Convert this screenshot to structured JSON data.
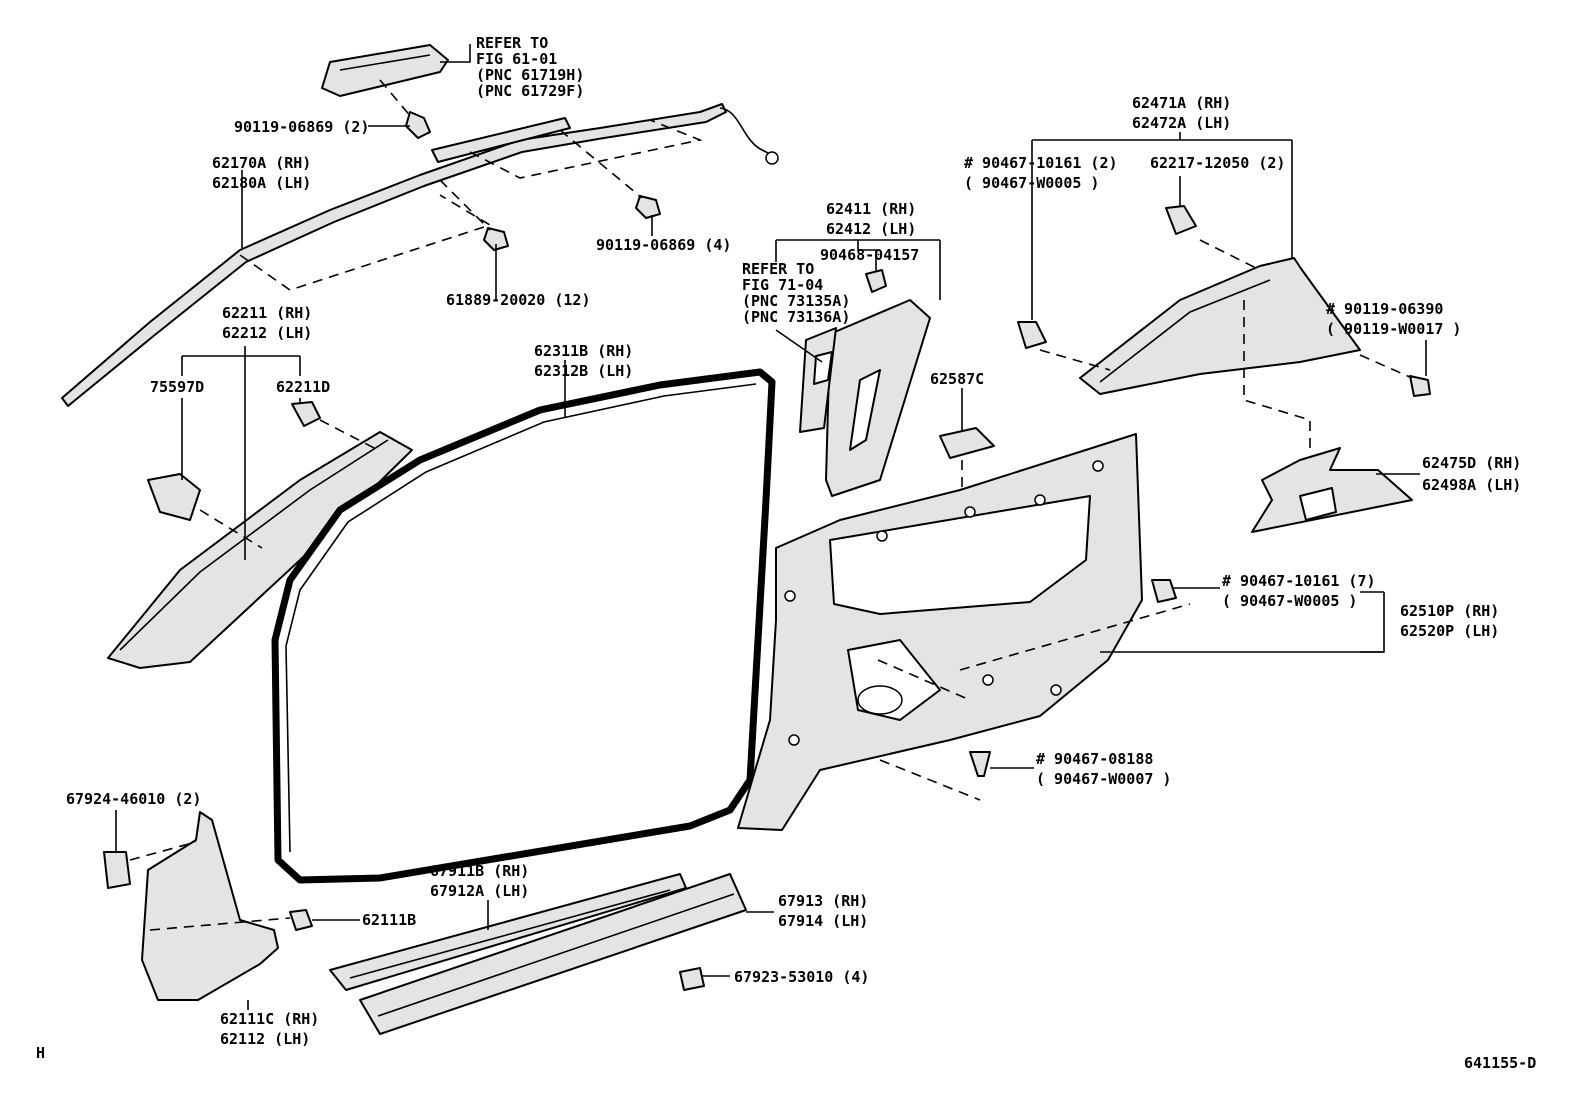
{
  "labels": {
    "refer_fig61": [
      "REFER TO",
      "FIG 61-01",
      "(PNC 61719H)",
      "(PNC 61729F)"
    ],
    "bolt_90119_06869_2": "90119-06869 (2)",
    "bolt_90119_06869_4": "90119-06869 (4)",
    "curtain_airbag": [
      "62170A (RH)",
      "62180A (LH)"
    ],
    "clip_61889": "61889-20020 (12)",
    "a_pillar_garnish": [
      "62211 (RH)",
      "62212 (LH)"
    ],
    "part_75597D": "75597D",
    "part_62211D": "62211D",
    "weatherstrip": [
      "62311B (RH)",
      "62312B (LH)"
    ],
    "b_pillar_garnish": [
      "62411 (RH)",
      "62412 (LH)"
    ],
    "clip_90468": "90468-04157",
    "refer_fig71": [
      "REFER TO",
      "FIG 71-04",
      "(PNC 73135A)",
      "(PNC 73136A)"
    ],
    "part_62587C": "62587C",
    "upper_quarter_trim": [
      "62471A (RH)",
      "62472A (LH)"
    ],
    "clip_90467_10161_2": [
      "# 90467-10161 (2)",
      "( 90467-W0005 )"
    ],
    "clip_62217": "62217-12050 (2)",
    "screw_90119_06390": [
      "# 90119-06390",
      "( 90119-W0017 )"
    ],
    "cover_62475D": [
      "62475D (RH)",
      "62498A (LH)"
    ],
    "clip_90467_10161_7": [
      "# 90467-10161 (7)",
      "( 90467-W0005 )"
    ],
    "quarter_trim": [
      "62510P (RH)",
      "62520P (LH)"
    ],
    "clip_90467_08188": [
      "# 90467-08188",
      "( 90467-W0007 )"
    ],
    "nut_67924": "67924-46010 (2)",
    "cowl_garnish": [
      "62111C (RH)",
      "62112  (LH)"
    ],
    "clip_62111B": "62111B",
    "scuff_plate": [
      "67911B (RH)",
      "67912A (LH)"
    ],
    "step_cover": [
      "67913 (RH)",
      "67914 (LH)"
    ],
    "clip_67923": "67923-53010 (4)",
    "corner_h": "H",
    "figure_number": "641155-D"
  }
}
